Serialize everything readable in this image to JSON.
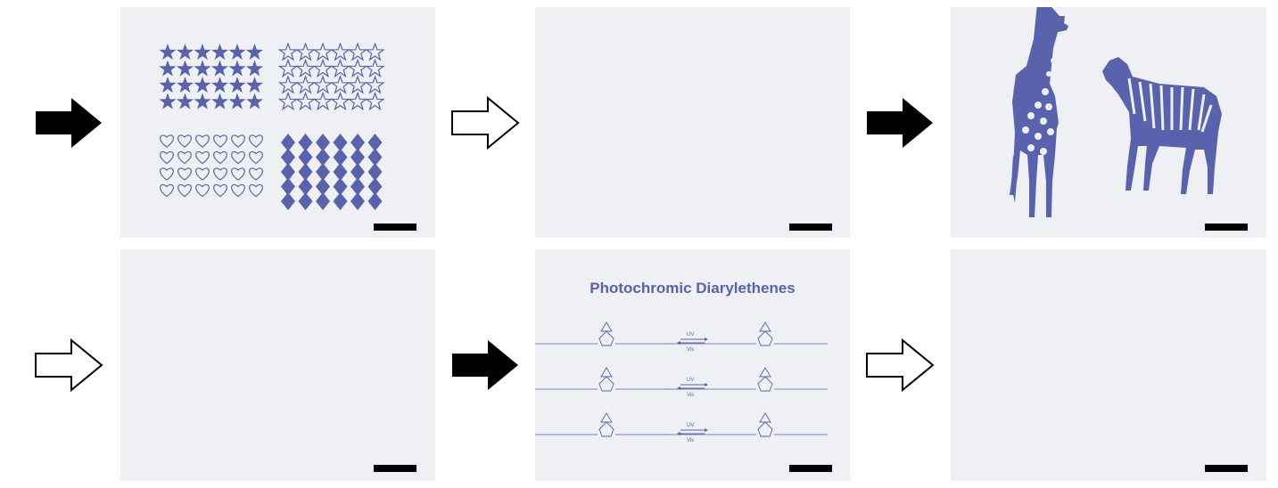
{
  "colors": {
    "print_blue": "#5862ad",
    "paper": "#eef0f4",
    "arrow_fill": "#000000",
    "arrow_outline": "#000000"
  },
  "arrows": [
    {
      "type": "filled"
    },
    {
      "type": "outline"
    },
    {
      "type": "filled"
    },
    {
      "type": "outline"
    },
    {
      "type": "filled"
    },
    {
      "type": "outline"
    }
  ],
  "panels": [
    {
      "content": "shape-patterns",
      "shapes": [
        "filled-stars",
        "outline-stars",
        "outline-hearts",
        "filled-diamonds"
      ]
    },
    {
      "content": "blank"
    },
    {
      "content": "giraffe-and-zebra"
    },
    {
      "content": "blank"
    },
    {
      "content": "diarylethene-scheme",
      "title": "Photochromic Diarylethenes",
      "uv_label": "UV",
      "vis_label": "Vis"
    },
    {
      "content": "blank"
    }
  ]
}
